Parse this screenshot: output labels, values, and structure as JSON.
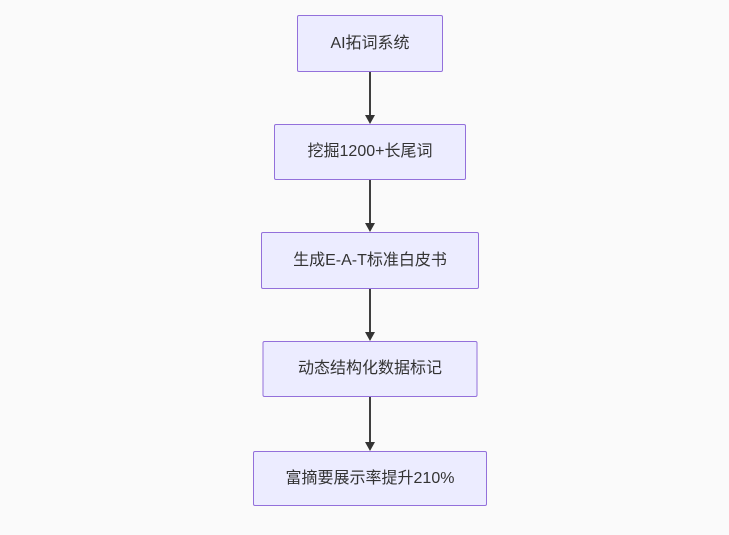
{
  "page": {
    "background_color": "#fafafa"
  },
  "diagram": {
    "type": "flowchart",
    "direction": "top-down",
    "style": {
      "node_fill": "#ececff",
      "node_border": "#9370db",
      "node_text_color": "#333333",
      "edge_color": "#333333"
    },
    "nodes": [
      {
        "id": "n1",
        "label": "AI拓词系统"
      },
      {
        "id": "n2",
        "label": "挖掘1200+长尾词"
      },
      {
        "id": "n3",
        "label": "生成E-A-T标准白皮书"
      },
      {
        "id": "n4",
        "label": "动态结构化数据标记"
      },
      {
        "id": "n5",
        "label": "富摘要展示率提升210%"
      }
    ],
    "edges": [
      {
        "from": "n1",
        "to": "n2"
      },
      {
        "from": "n2",
        "to": "n3"
      },
      {
        "from": "n3",
        "to": "n4"
      },
      {
        "from": "n4",
        "to": "n5"
      }
    ]
  }
}
